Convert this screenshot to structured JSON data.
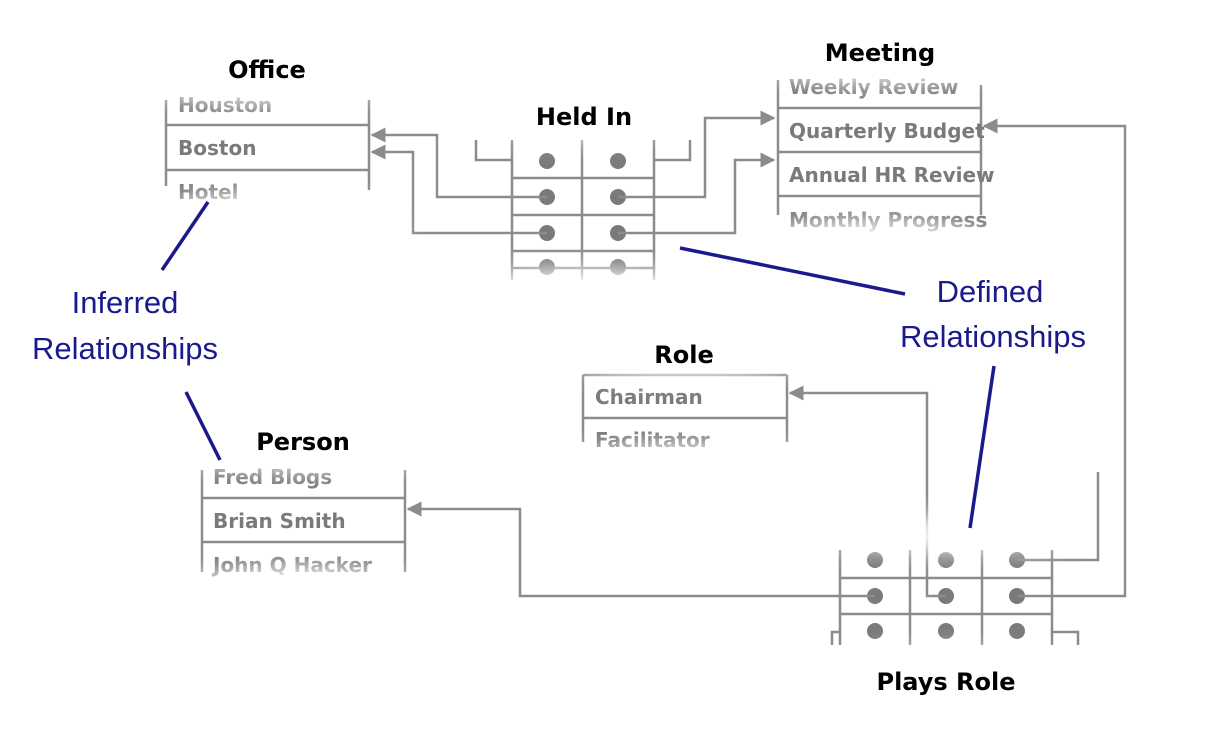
{
  "colors": {
    "line": "#8c8c8c",
    "dot": "#7a7a7a",
    "callout": "#1a1a8c",
    "fade": "#ffffff"
  },
  "office": {
    "title": "Office",
    "rows": [
      "Houston",
      "Boston",
      "Hotel"
    ]
  },
  "meeting": {
    "title": "Meeting",
    "rows": [
      "Weekly Review",
      "Quarterly Budget",
      "Annual HR Review",
      "Monthly Progress"
    ]
  },
  "role": {
    "title": "Role",
    "rows": [
      "Chairman",
      "Facilitator"
    ]
  },
  "person": {
    "title": "Person",
    "rows": [
      "Fred Blogs",
      "Brian Smith",
      "John Q Hacker"
    ]
  },
  "held_in": {
    "title": "Held In"
  },
  "plays_role": {
    "title": "Plays Role"
  },
  "callouts": {
    "inferred": [
      "Inferred",
      "Relationships"
    ],
    "defined": [
      "Defined",
      "Relationships"
    ]
  }
}
